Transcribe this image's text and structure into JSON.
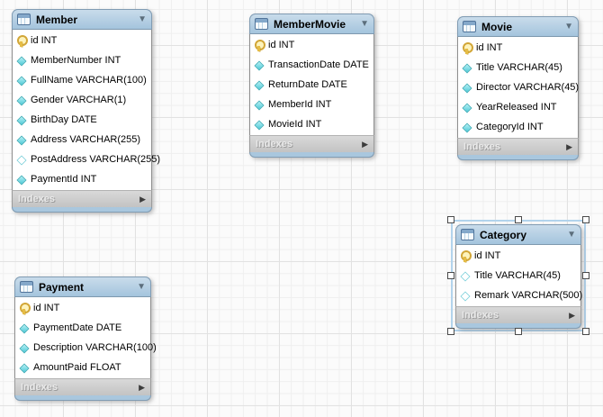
{
  "icons": {
    "chevron-down-icon": "▼",
    "chevron-right-icon": "▶",
    "key-icon": "key",
    "column-notnull-icon": "filled-diamond",
    "column-nullable-icon": "hollow-diamond",
    "table-icon": "table-grid"
  },
  "colors": {
    "table_header_blue": "#a9c7de",
    "indexes_bar_gray": "#c8c8c8",
    "key_gold": "#d2a637",
    "diamond_cyan": "#4cc8d5",
    "selection_blue": "#b2d3ec",
    "grid_minor": "#efefef",
    "grid_major": "#e2e2e2"
  },
  "tables": [
    {
      "name": "Member",
      "selected": false,
      "footer_label": "Indexes",
      "columns": [
        {
          "label": "id INT",
          "icon": "key-icon"
        },
        {
          "label": "MemberNumber INT",
          "icon": "column-notnull-icon"
        },
        {
          "label": "FullName VARCHAR(100)",
          "icon": "column-notnull-icon"
        },
        {
          "label": "Gender VARCHAR(1)",
          "icon": "column-notnull-icon"
        },
        {
          "label": "BirthDay DATE",
          "icon": "column-notnull-icon"
        },
        {
          "label": "Address VARCHAR(255)",
          "icon": "column-notnull-icon"
        },
        {
          "label": "PostAddress VARCHAR(255)",
          "icon": "column-nullable-icon"
        },
        {
          "label": "PaymentId INT",
          "icon": "column-notnull-icon"
        }
      ]
    },
    {
      "name": "MemberMovie",
      "selected": false,
      "footer_label": "Indexes",
      "columns": [
        {
          "label": "id INT",
          "icon": "key-icon"
        },
        {
          "label": "TransactionDate DATE",
          "icon": "column-notnull-icon"
        },
        {
          "label": "ReturnDate DATE",
          "icon": "column-notnull-icon"
        },
        {
          "label": "MemberId INT",
          "icon": "column-notnull-icon"
        },
        {
          "label": "MovieId INT",
          "icon": "column-notnull-icon"
        }
      ]
    },
    {
      "name": "Movie",
      "selected": false,
      "footer_label": "Indexes",
      "columns": [
        {
          "label": "id INT",
          "icon": "key-icon"
        },
        {
          "label": "Title VARCHAR(45)",
          "icon": "column-notnull-icon"
        },
        {
          "label": "Director VARCHAR(45)",
          "icon": "column-notnull-icon"
        },
        {
          "label": "YearReleased INT",
          "icon": "column-notnull-icon"
        },
        {
          "label": "CategoryId INT",
          "icon": "column-notnull-icon"
        }
      ]
    },
    {
      "name": "Category",
      "selected": true,
      "footer_label": "Indexes",
      "columns": [
        {
          "label": "id INT",
          "icon": "key-icon"
        },
        {
          "label": "Title VARCHAR(45)",
          "icon": "column-nullable-icon"
        },
        {
          "label": "Remark VARCHAR(500)",
          "icon": "column-nullable-icon"
        }
      ]
    },
    {
      "name": "Payment",
      "selected": false,
      "footer_label": "Indexes",
      "columns": [
        {
          "label": "id INT",
          "icon": "key-icon"
        },
        {
          "label": "PaymentDate DATE",
          "icon": "column-notnull-icon"
        },
        {
          "label": "Description VARCHAR(100)",
          "icon": "column-notnull-icon"
        },
        {
          "label": "AmountPaid FLOAT",
          "icon": "column-notnull-icon"
        }
      ]
    }
  ]
}
